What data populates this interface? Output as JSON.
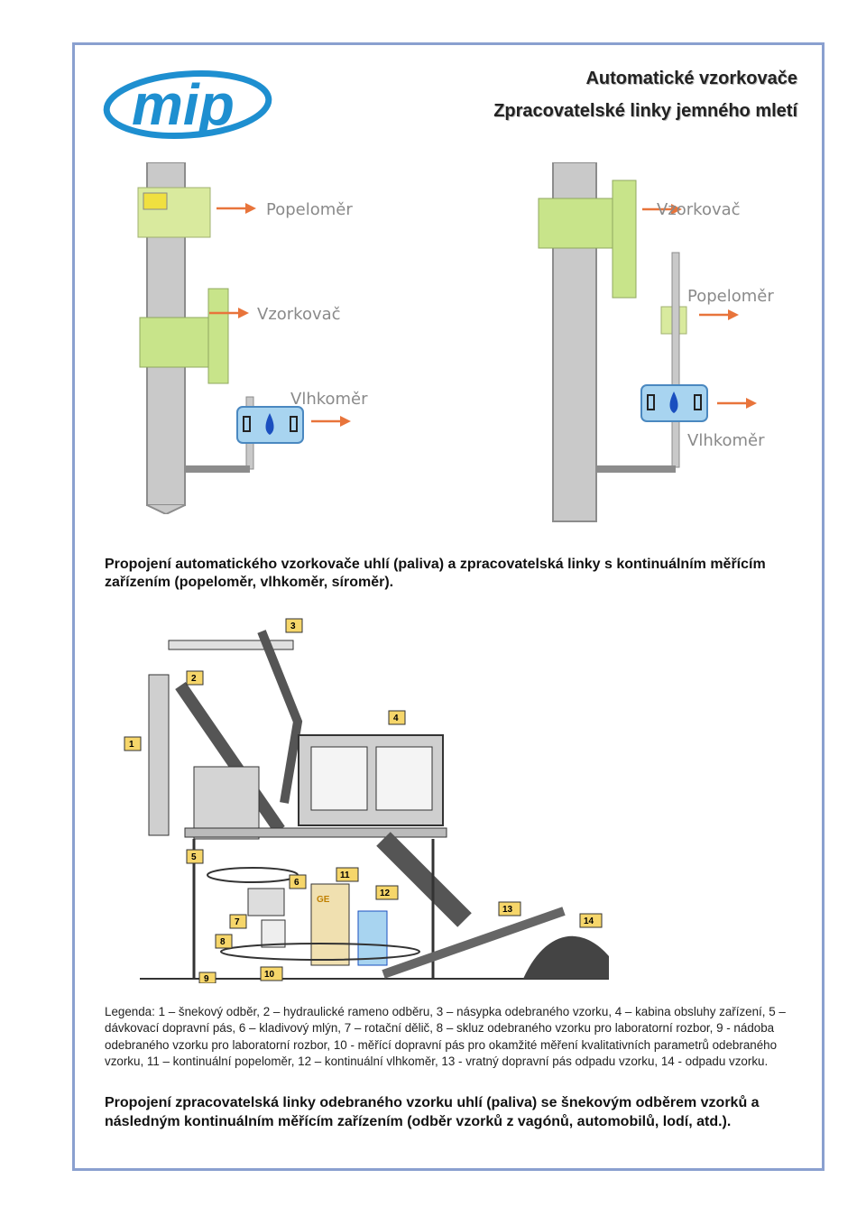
{
  "header": {
    "logo_text": "mip",
    "title_line1": "Automatické vzorkovače",
    "title_line2": "Zpracovatelské linky jemného mletí"
  },
  "diagram1": {
    "left": {
      "label_a": "Popeloměr",
      "label_b": "Vzorkovač",
      "label_c": "Vlhkoměr"
    },
    "right": {
      "label_a": "Vzorkovač",
      "label_b": "Popeloměr",
      "label_c": "Vlhkoměr"
    }
  },
  "caption1": "Propojení automatického vzorkovače uhlí (paliva) a zpracovatelská linky s kontinuálním měřícím zařízením (popeloměr, vlhkoměr, síroměr).",
  "diagram2": {
    "markers": [
      "1",
      "2",
      "3",
      "4",
      "5",
      "6",
      "7",
      "8",
      "9",
      "10",
      "11",
      "12",
      "13",
      "14"
    ],
    "ge_text": "GE"
  },
  "legend": "Legenda: 1 – šnekový odběr, 2 – hydraulické rameno odběru, 3 – násypka odebraného vzorku, 4 – kabina obsluhy zařízení, 5 – dávkovací dopravní pás, 6 – kladivový mlýn, 7 – rotační dělič, 8 – skluz odebraného vzorku pro laboratorní rozbor, 9 - nádoba odebraného vzorku pro laboratorní rozbor, 10 - měřící dopravní pás pro okamžité měření kvalitativních parametrů odebraného vzorku, 11 – kontinuální popeloměr, 12 – kontinuální vlhkoměr, 13 - vratný dopravní pás odpadu vzorku, 14 - odpadu vzorku.",
  "caption2": "Propojení zpracovatelská linky odebraného vzorku uhlí (paliva) se šnekovým odběrem vzorků a následným kontinuálním měřícím zařízením (odběr vzorků z vagónů, automobilů, lodí, atd.).",
  "colors": {
    "frame": "#8aa0cf",
    "logo_blue": "#1e8fd0",
    "green": "#c8e48a",
    "orange": "#e8743b",
    "meter_blue": "#a8d4f0"
  }
}
